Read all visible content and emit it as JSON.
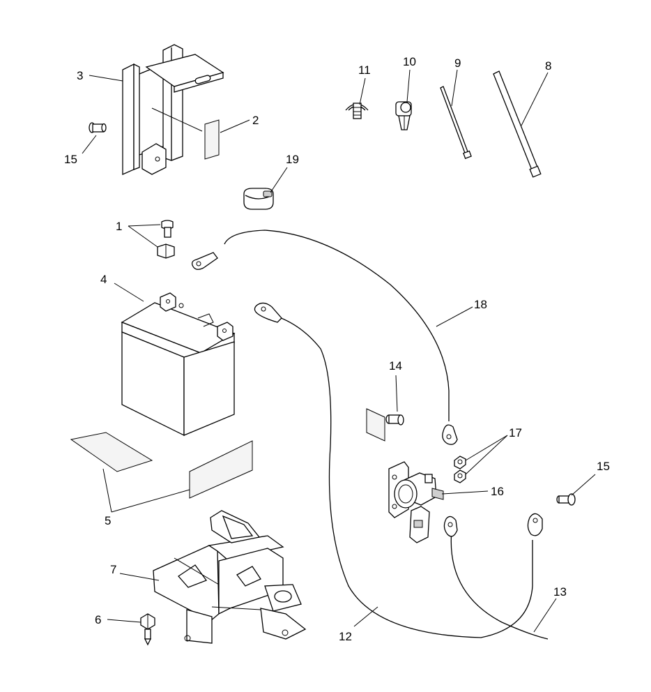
{
  "callouts": [
    {
      "id": "1",
      "text": "1"
    },
    {
      "id": "2",
      "text": "2"
    },
    {
      "id": "3",
      "text": "3"
    },
    {
      "id": "4",
      "text": "4"
    },
    {
      "id": "5",
      "text": "5"
    },
    {
      "id": "6",
      "text": "6"
    },
    {
      "id": "7",
      "text": "7"
    },
    {
      "id": "8",
      "text": "8"
    },
    {
      "id": "9",
      "text": "9"
    },
    {
      "id": "10",
      "text": "10"
    },
    {
      "id": "11",
      "text": "11"
    },
    {
      "id": "12",
      "text": "12"
    },
    {
      "id": "13",
      "text": "13"
    },
    {
      "id": "14",
      "text": "14"
    },
    {
      "id": "15a",
      "text": "15"
    },
    {
      "id": "15b",
      "text": "15"
    },
    {
      "id": "16",
      "text": "16"
    },
    {
      "id": "17",
      "text": "17"
    },
    {
      "id": "18",
      "text": "18"
    },
    {
      "id": "19",
      "text": "19"
    }
  ]
}
